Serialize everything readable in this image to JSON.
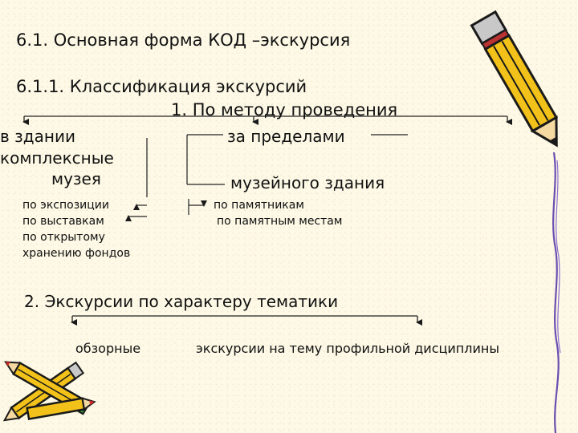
{
  "slide": {
    "title": "6.1. Основная форма КОД –экскурсия",
    "subtitle": "6.1.1. Классификация экскурсий",
    "method_heading": "1. По методу проведения",
    "left_branch": {
      "line1": "в здании",
      "line2": "комплексные",
      "line3": "музея",
      "items": [
        "по экспозиции",
        "по выставкам",
        "по открытому",
        "хранению фондов"
      ]
    },
    "right_branch": {
      "line1": "за пределами",
      "line2": "музейного здания",
      "items": [
        "по памятникам",
        "по памятным местам"
      ]
    },
    "character_heading": "2. Экскурсии по характеру тематики",
    "character_left": "обзорные",
    "character_right": "экскурсии на тему профильной дисциплины"
  },
  "colors": {
    "pencil_body": "#f2c21a",
    "pencil_outline": "#1a1a1a",
    "pencil_eraser": "#c8c8c8",
    "pencil_tip": "#d62a2a",
    "right_border": "#6a4fb0"
  }
}
